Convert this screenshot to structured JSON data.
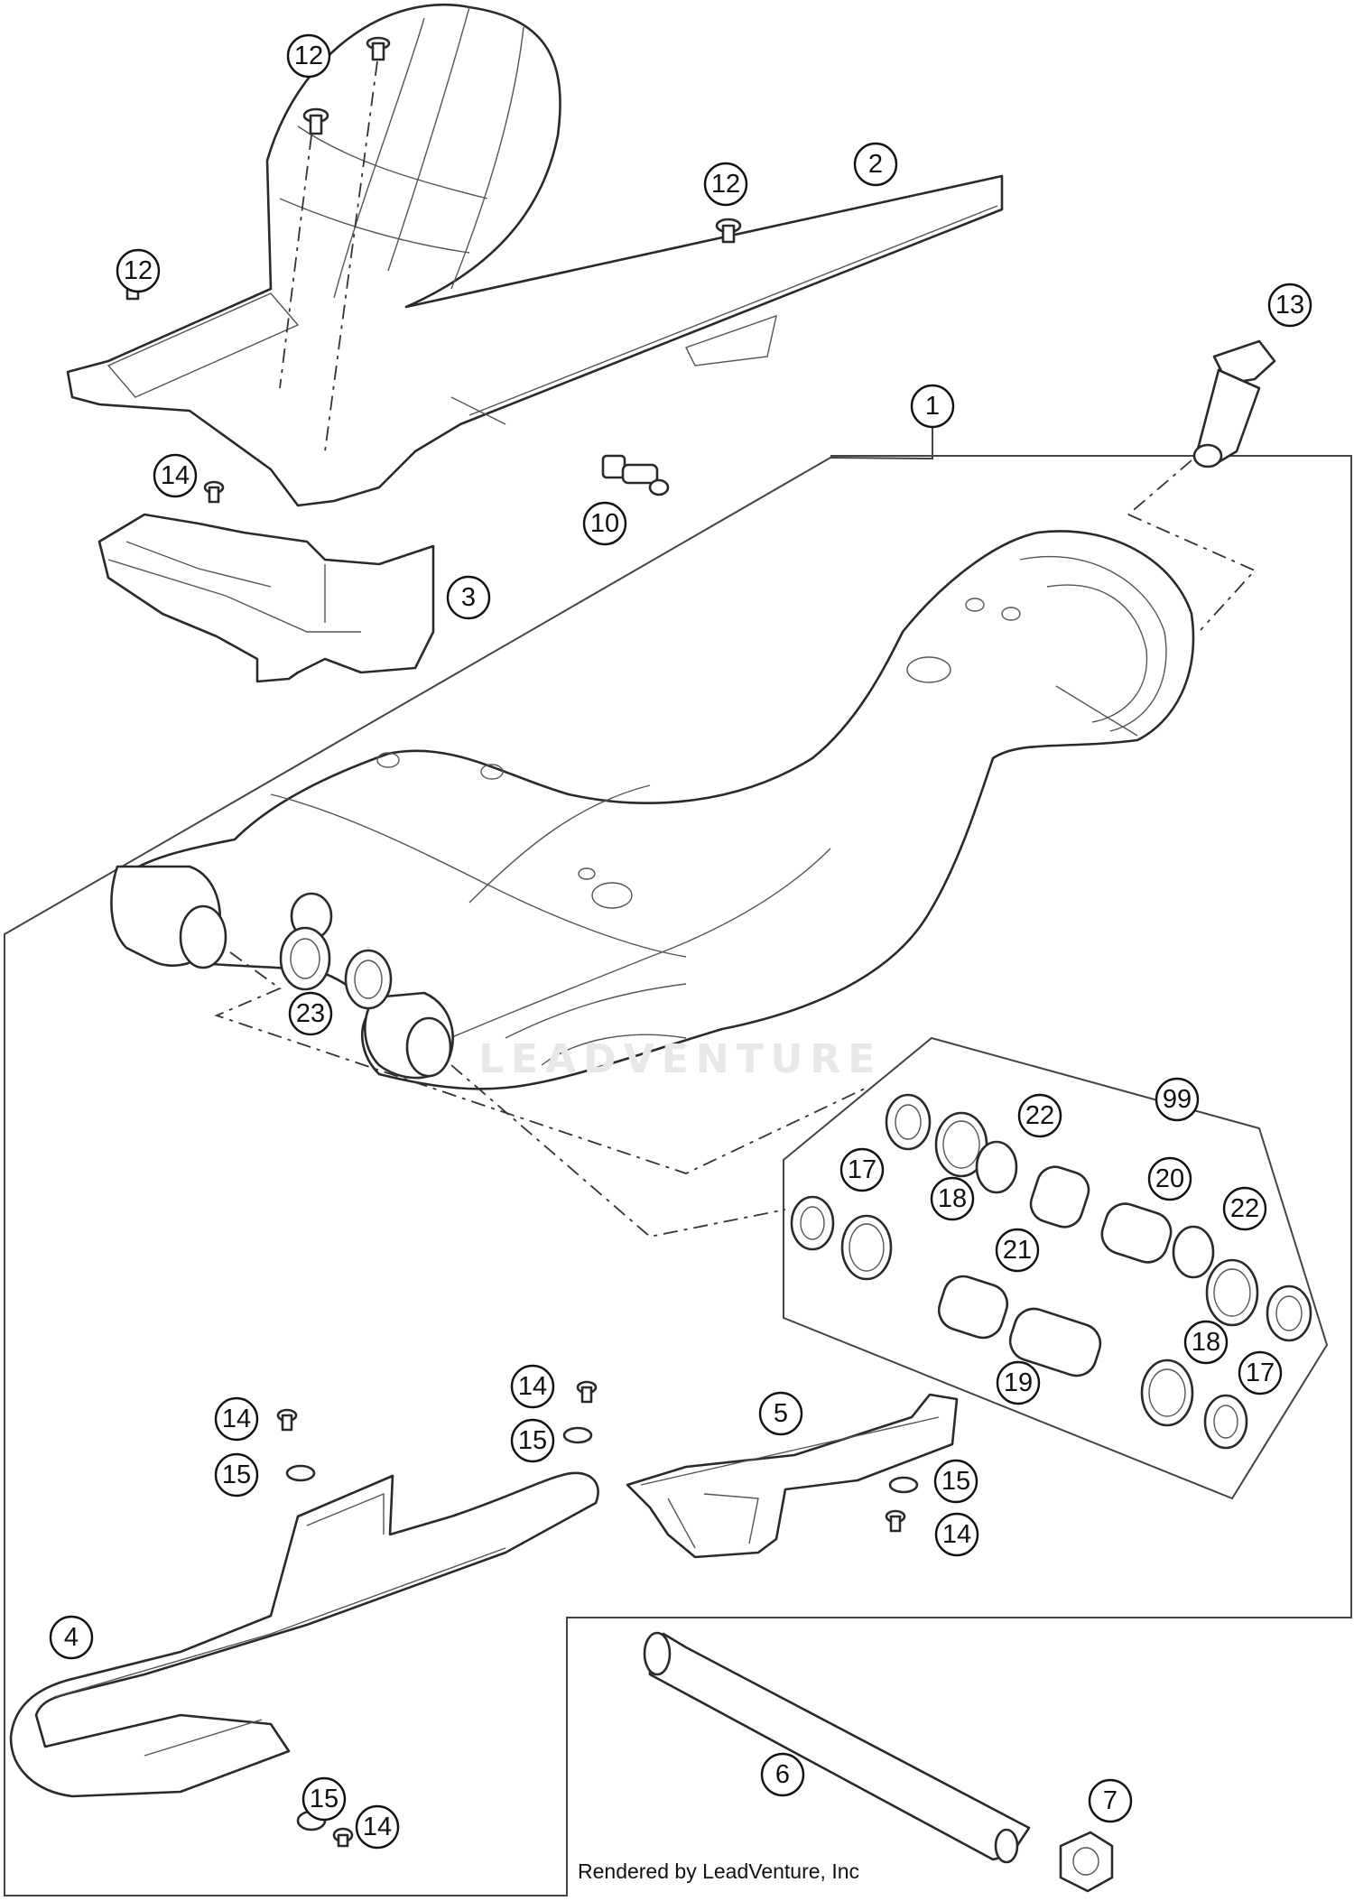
{
  "diagram": {
    "callouts": [
      {
        "id": "c-12a",
        "label": "12"
      },
      {
        "id": "c-12b",
        "label": "12"
      },
      {
        "id": "c-12c",
        "label": "12"
      },
      {
        "id": "c-2",
        "label": "2"
      },
      {
        "id": "c-13",
        "label": "13"
      },
      {
        "id": "c-1",
        "label": "1"
      },
      {
        "id": "c-14a",
        "label": "14"
      },
      {
        "id": "c-10",
        "label": "10"
      },
      {
        "id": "c-3",
        "label": "3"
      },
      {
        "id": "c-23",
        "label": "23"
      },
      {
        "id": "c-99",
        "label": "99"
      },
      {
        "id": "c-22a",
        "label": "22"
      },
      {
        "id": "c-17a",
        "label": "17"
      },
      {
        "id": "c-18a",
        "label": "18"
      },
      {
        "id": "c-20",
        "label": "20"
      },
      {
        "id": "c-22b",
        "label": "22"
      },
      {
        "id": "c-21",
        "label": "21"
      },
      {
        "id": "c-18b",
        "label": "18"
      },
      {
        "id": "c-17b",
        "label": "17"
      },
      {
        "id": "c-19",
        "label": "19"
      },
      {
        "id": "c-14b",
        "label": "14"
      },
      {
        "id": "c-15a",
        "label": "15"
      },
      {
        "id": "c-14c",
        "label": "14"
      },
      {
        "id": "c-15b",
        "label": "15"
      },
      {
        "id": "c-5",
        "label": "5"
      },
      {
        "id": "c-15c",
        "label": "15"
      },
      {
        "id": "c-14d",
        "label": "14"
      },
      {
        "id": "c-4",
        "label": "4"
      },
      {
        "id": "c-6",
        "label": "6"
      },
      {
        "id": "c-7",
        "label": "7"
      },
      {
        "id": "c-15d",
        "label": "15"
      },
      {
        "id": "c-14e",
        "label": "14"
      }
    ],
    "watermark": "LEADVENTURE",
    "credit": "Rendered by LeadVenture, Inc"
  }
}
